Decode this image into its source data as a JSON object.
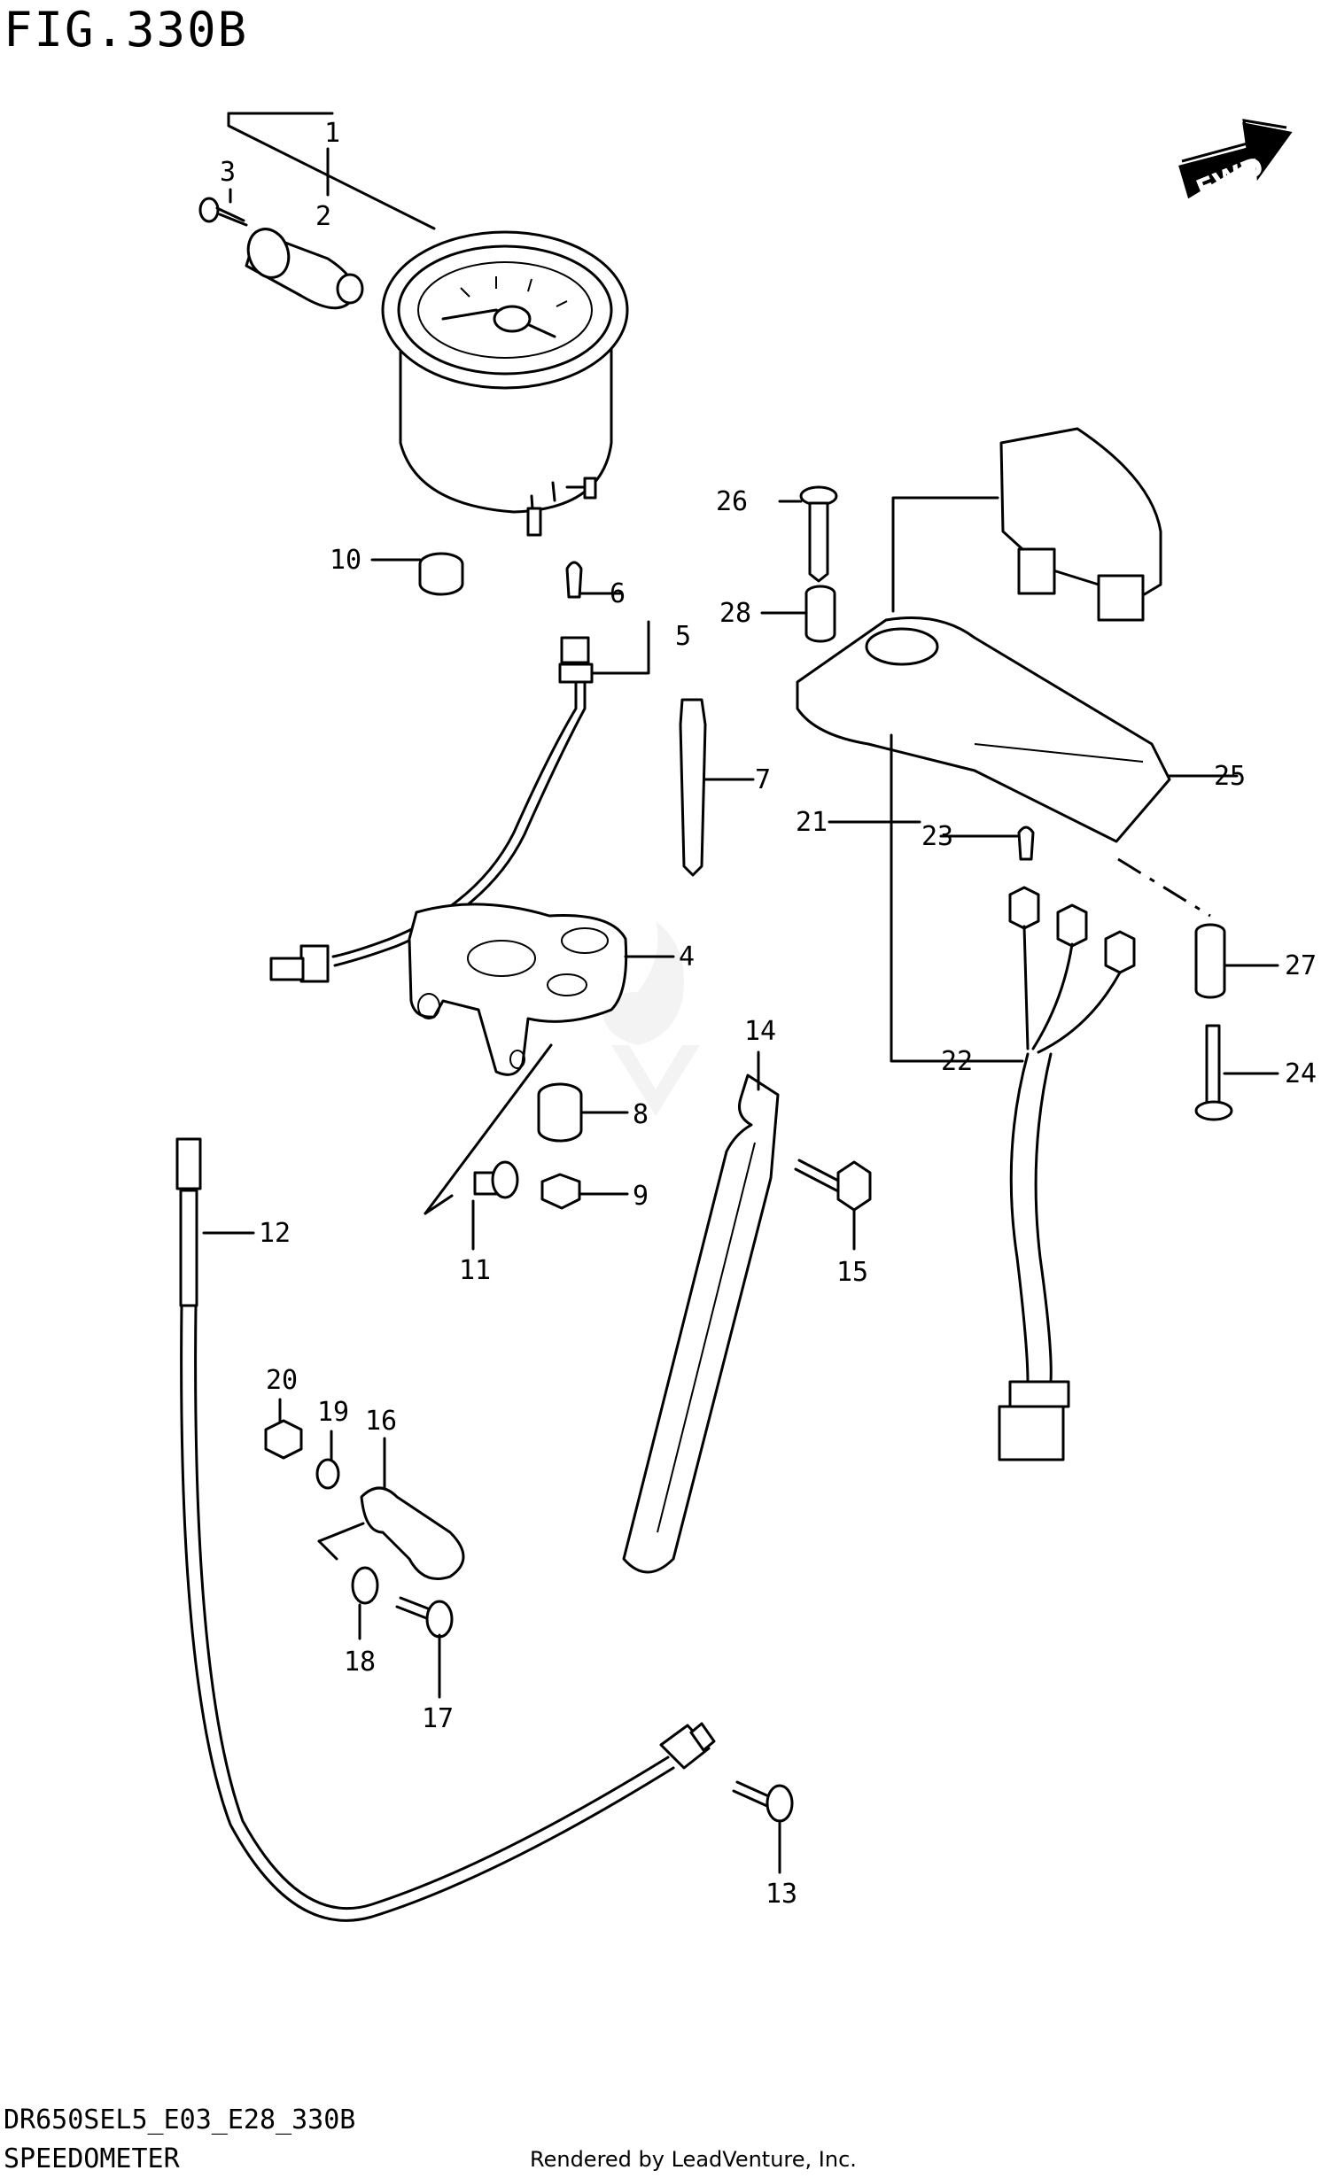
{
  "figure": {
    "title": "FIG.330B",
    "model_code": "DR650SEL5_E03_E28_330B",
    "section_name": "SPEEDOMETER",
    "rendered_by": "Rendered by LeadVenture, Inc."
  },
  "direction_badge": {
    "label": "FWD",
    "icon": "forward-arrow-icon"
  },
  "callouts": {
    "c1": "1",
    "c2": "2",
    "c3": "3",
    "c4": "4",
    "c5": "5",
    "c6": "6",
    "c7": "7",
    "c8": "8",
    "c9": "9",
    "c10": "10",
    "c11": "11",
    "c12": "12",
    "c13": "13",
    "c14": "14",
    "c15": "15",
    "c16": "16",
    "c17": "17",
    "c18": "18",
    "c19": "19",
    "c20": "20",
    "c21": "21",
    "c22": "22",
    "c23": "23",
    "c24": "24",
    "c25": "25",
    "c26": "26",
    "c27": "27",
    "c28": "28"
  }
}
